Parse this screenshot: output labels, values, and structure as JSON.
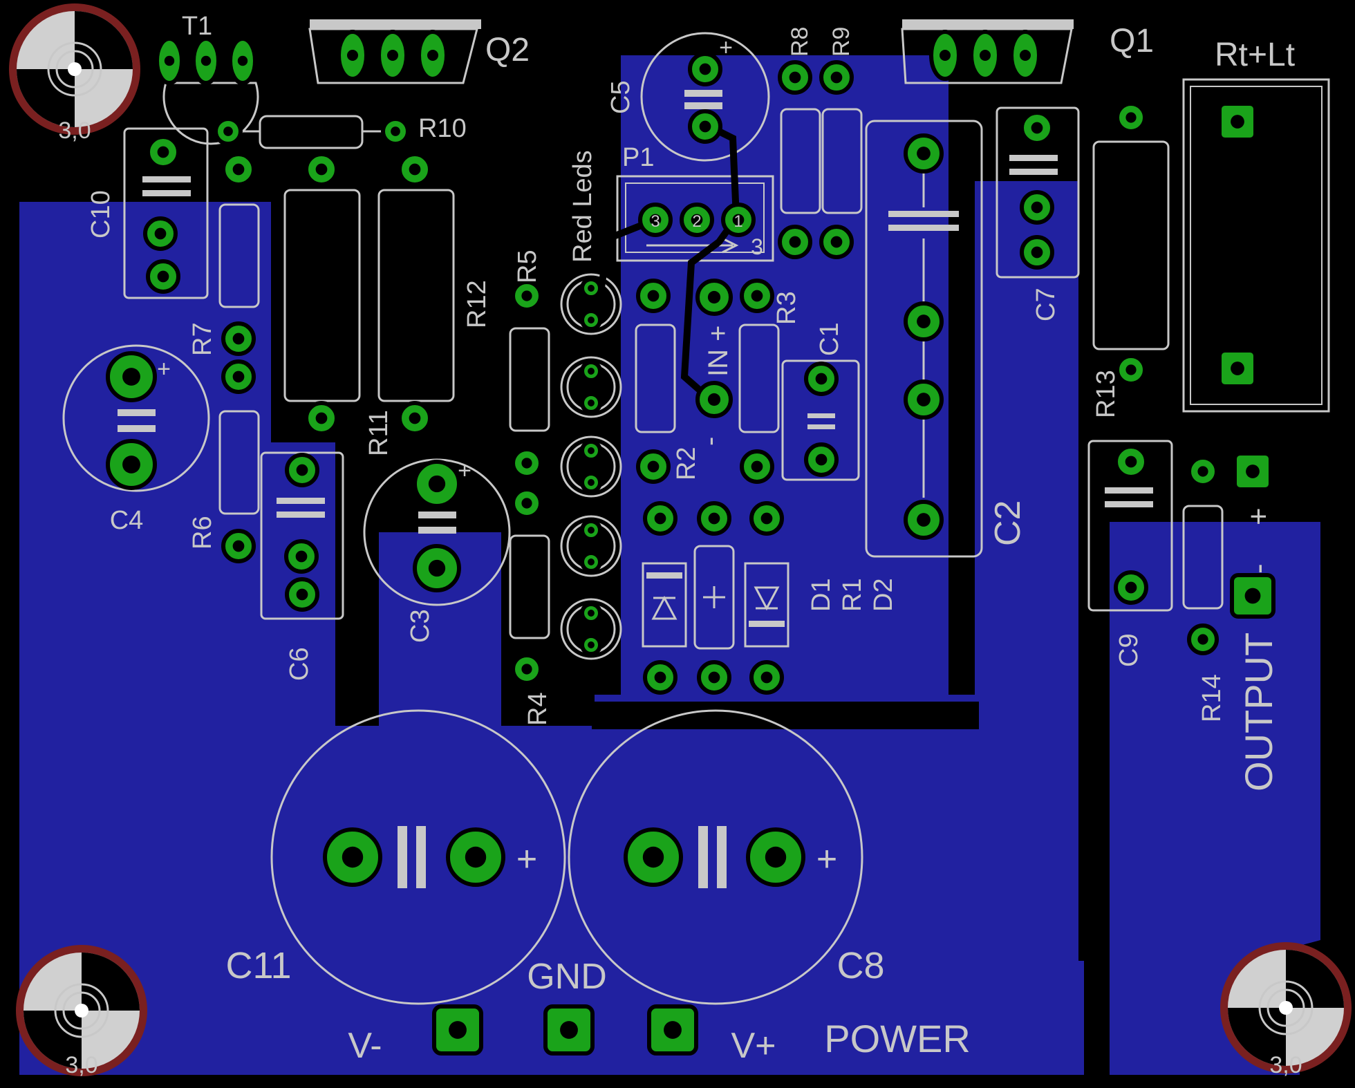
{
  "colors": {
    "background": "#000000",
    "copper": "#2121a0",
    "silk": "#c8c8c8",
    "pad": "#1aa31a",
    "pad_outline": "#000000",
    "via": "#2a2ad0",
    "hole_ring": "#7a2020"
  },
  "labels": {
    "t1": "T1",
    "q2": "Q2",
    "q1": "Q1",
    "rt_lt": "Rt+Lt",
    "r10": "R10",
    "c5": "C5",
    "r8": "R8",
    "r9": "R9",
    "p1": "P1",
    "red_leds": "Red Leds",
    "c10": "C10",
    "r7": "R7",
    "r12": "R12",
    "r11": "R11",
    "r5": "R5",
    "r4": "R4",
    "r6": "R6",
    "c4": "C4",
    "c6": "C6",
    "c3": "C3",
    "r3": "R3",
    "r2": "R2",
    "c1": "C1",
    "in_label": "IN +",
    "in_minus": "-",
    "c2": "C2",
    "c7": "C7",
    "r13": "R13",
    "c9": "C9",
    "r14": "R14",
    "output": "OUTPUT",
    "out_plus": "+",
    "out_minus": "-",
    "d1": "D1",
    "r1": "R1",
    "d2": "D2",
    "c11": "C11",
    "c8": "C8",
    "gnd": "GND",
    "v_minus": "V-",
    "v_plus": "V+",
    "power": "POWER",
    "hole_tl": "3,0",
    "hole_bl": "3,0",
    "hole_br": "3,0",
    "p1_pin1": "1",
    "p1_pin2": "2",
    "p1_pin3": "3",
    "p1_arrow": "3",
    "cap_plus": "+"
  }
}
